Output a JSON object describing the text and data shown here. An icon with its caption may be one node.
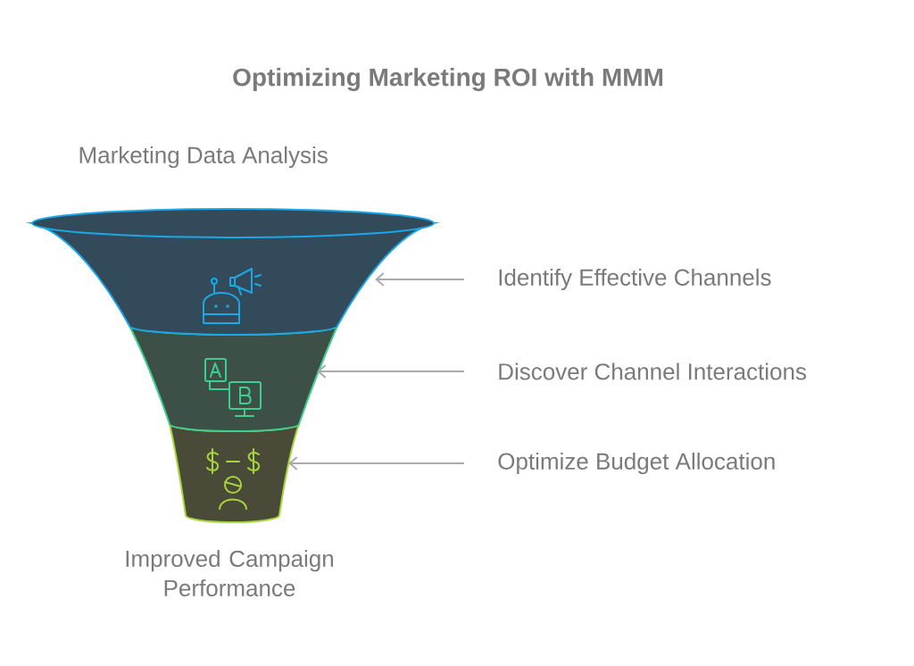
{
  "diagram": {
    "title": "Optimizing Marketing ROI with MMM",
    "nodes": [
      {
        "text": [],
        "shape": "band"
      },
      {
        "text": [
          "Identify Effective Channels"
        ]
      },
      {
        "text": [],
        "shape": "band"
      },
      {
        "text": [
          "Discover Channel Interactions"
        ]
      },
      {
        "text": [],
        "shape": "band"
      },
      {
        "text": [
          "Optimize Budget Allocation"
        ]
      }
    ],
    "edges": [
      {
        "from": 1,
        "to": 0,
        "arrow": "to"
      },
      {
        "from": 3,
        "to": 2,
        "arrow": "to"
      },
      {
        "from": 5,
        "to": 4,
        "arrow": "to"
      }
    ],
    "labels": [
      "Marketing Data Analysis",
      "Improved Campaign Performance"
    ]
  }
}
